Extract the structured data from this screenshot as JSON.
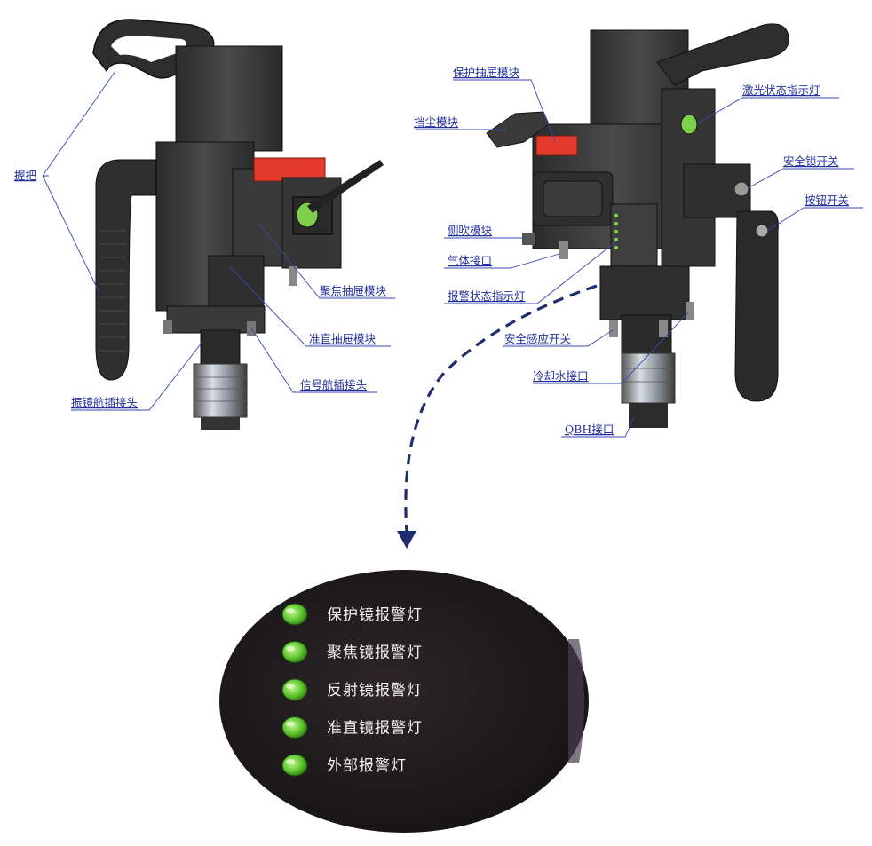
{
  "left_labels": {
    "grip": "握把",
    "focus_drawer": "聚焦抽屉模块",
    "collimator_drawer": "准直抽屉模块",
    "signal_plug": "信号航插接头",
    "galvo_plug": "振镜航插接头"
  },
  "right_labels": {
    "protect_drawer": "保护抽屉模块",
    "dust_module": "挡尘模块",
    "laser_indicator": "激光状态指示灯",
    "safety_lock": "安全锁开关",
    "button_switch": "按钮开关",
    "side_blow": "侧吹模块",
    "gas_port": "气体接口",
    "alarm_indicator": "报警状态指示灯",
    "safety_sensor": "安全感应开关",
    "cooling_port": "冷却水接口",
    "qbh_port": "QBH接口"
  },
  "alarm_panel": {
    "lamps": [
      {
        "label": "保护镜报警灯"
      },
      {
        "label": "聚焦镜报警灯"
      },
      {
        "label": "反射镜报警灯"
      },
      {
        "label": "准直镜报警灯"
      },
      {
        "label": "外部报警灯"
      }
    ],
    "lamp_color": "#66cc33",
    "panel_color": "#241f22"
  },
  "colors": {
    "label_blue": "#23309a",
    "body_gray": "#3a3a3a",
    "accent_red": "#e23b2e",
    "arrow_navy": "#1f2f6e"
  }
}
